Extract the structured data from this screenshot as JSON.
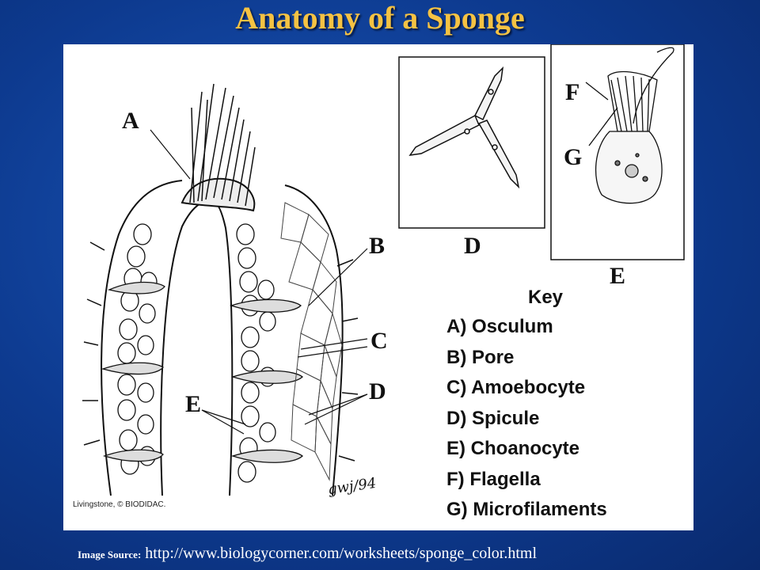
{
  "title": "Anatomy of a Sponge",
  "labels": {
    "A": "A",
    "B": "B",
    "C": "C",
    "D_main": "D",
    "E_main": "E",
    "D_inset": "D",
    "E_inset": "E",
    "F": "F",
    "G": "G"
  },
  "key": {
    "title": "Key",
    "items": [
      "A) Osculum",
      "B)  Pore",
      "C) Amoebocyte",
      "D) Spicule",
      "E) Choanocyte",
      "F) Flagella",
      "G) Microfilaments"
    ]
  },
  "credit": "Livingstone, © BIODIDAC.",
  "signature": "gwj/94",
  "source": {
    "label": "Image Source:",
    "url": "http://www.biologycorner.com/worksheets/sponge_color.html"
  }
}
